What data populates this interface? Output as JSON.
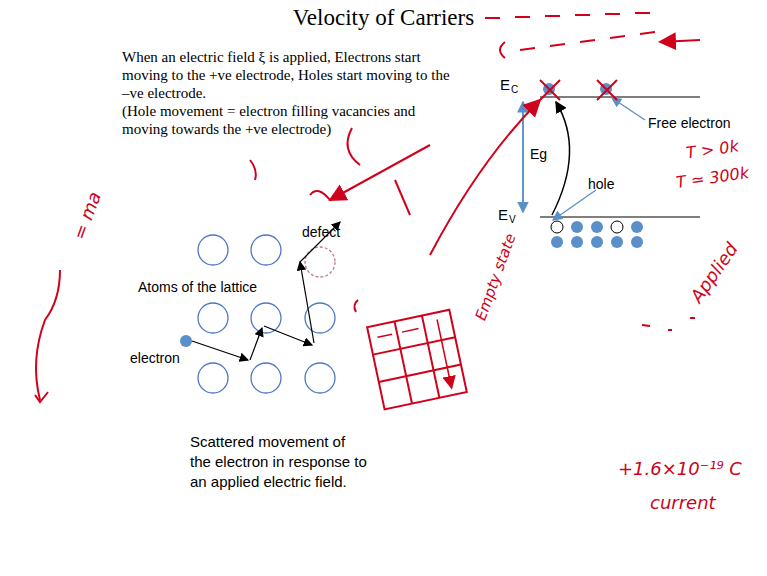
{
  "diagram": {
    "title": "Velocity of Carriers",
    "labels": [
      "When an electric field ξ is applied, Electrons start moving to the +ve electrode, Holes start moving to the –ve electrode.",
      "(Hole movement = electron filling vacancies and moving towards the +ve electrode)",
      "E",
      "C",
      "Eg",
      "Free electron",
      "hole",
      "E",
      "V",
      "defect",
      "Atoms of the lattice",
      "electron",
      "Scattered movement of the electron in response to an applied electric field.",
      "T > 0k",
      "T ≃ 300k",
      "Applied",
      "Empty state",
      "= ma",
      "+1.6×10⁻¹⁹ C",
      "current"
    ]
  }
}
